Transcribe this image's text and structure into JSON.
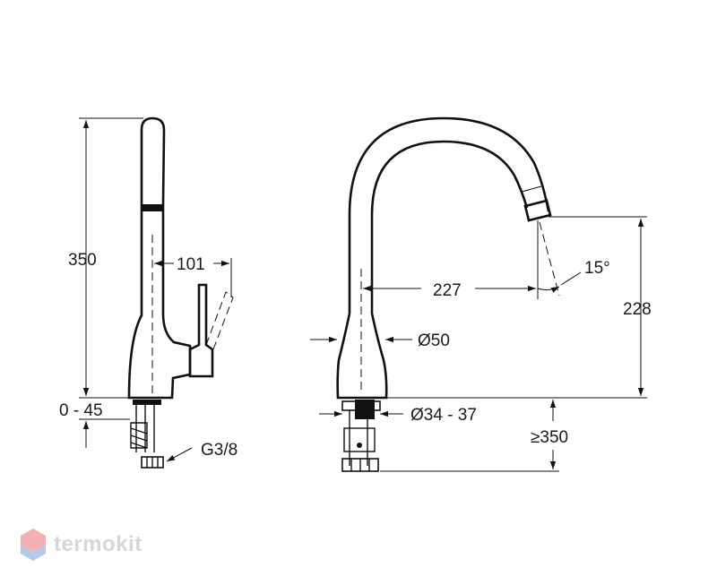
{
  "dimensions": {
    "height_total": "350",
    "handle_reach": "101",
    "deck_thickness": "0 - 45",
    "connection_thread": "G3/8",
    "spout_reach": "227",
    "spray_angle": "15°",
    "spout_height": "228",
    "body_diameter": "Ø50",
    "hole_diameter": "Ø34 - 37",
    "hose_length": "≥350"
  },
  "brand": {
    "name": "termokit",
    "colors": {
      "text": "#d6d6d6",
      "logo_top": "#f3b0b0",
      "logo_bottom": "#b7c9e6"
    }
  }
}
